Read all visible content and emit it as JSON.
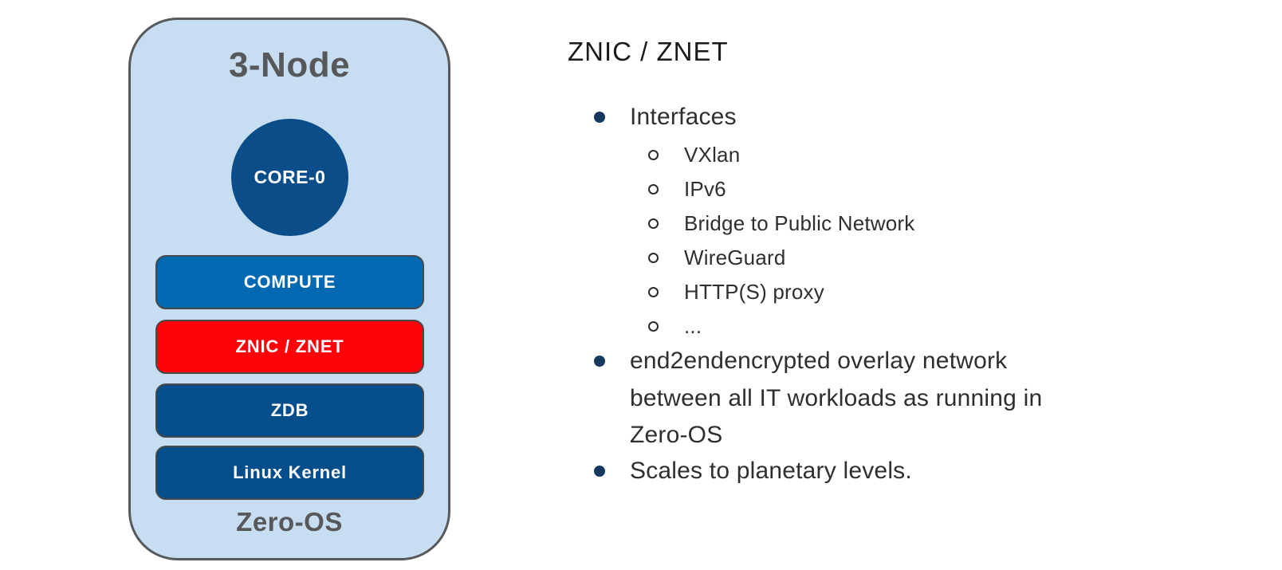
{
  "diagram": {
    "title": "3-Node",
    "core_label": "CORE-0",
    "layers": [
      {
        "label": "COMPUTE",
        "color": "#0069b1"
      },
      {
        "label": "ZNIC / ZNET",
        "color": "#fe0109"
      },
      {
        "label": "ZDB",
        "color": "#054e8c"
      },
      {
        "label": "Linux Kernel",
        "color": "#054e8c"
      }
    ],
    "footer": "Zero-OS",
    "colors": {
      "panel_bg": "#c7ddf1",
      "panel_border": "#58595b",
      "title_text": "#57585a",
      "core_circle": "#0b4d88",
      "layer_text": "#ffffff"
    }
  },
  "content": {
    "heading": "ZNIC / ZNET",
    "bullet_color": "#14395c",
    "text_color": "#2f2f2f",
    "bullets": [
      {
        "label": "Interfaces",
        "children": [
          "VXlan",
          "IPv6",
          "Bridge to Public Network",
          "WireGuard",
          "HTTP(S) proxy",
          "..."
        ]
      },
      {
        "label": "end2endencrypted overlay network\nbetween all IT workloads as running in\nZero-OS"
      },
      {
        "label": "Scales to planetary levels."
      }
    ]
  }
}
